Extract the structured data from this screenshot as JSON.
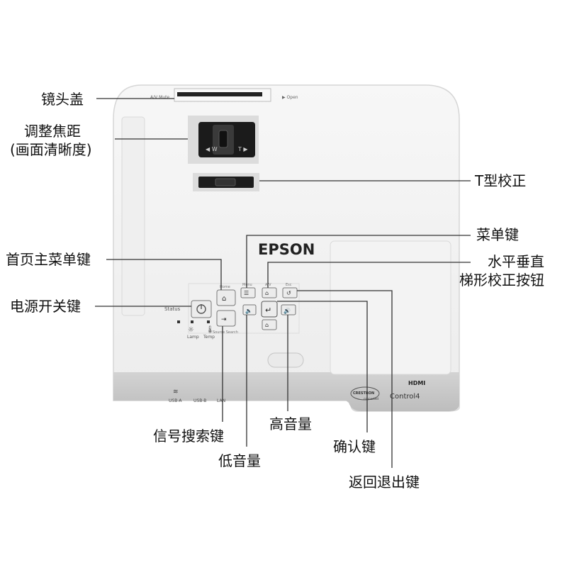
{
  "callouts": {
    "lens_cover": "镜头盖",
    "focus_line1": "调整焦距",
    "focus_line2": "(画面清晰度)",
    "keystone_t": "T型校正",
    "menu_key": "菜单键",
    "hv_keystone_line1": "水平垂直",
    "hv_keystone_line2": "梯形校正按钮",
    "home_menu_key": "首页主菜单键",
    "power_key": "电源开关键",
    "source_search_key": "信号搜索键",
    "volume_down": "低音量",
    "volume_up": "高音量",
    "enter_key": "确认键",
    "esc_key": "返回退出键"
  },
  "device": {
    "brand": "EPSON",
    "av_mute": "A/V Mute",
    "open": "Open",
    "focus_w": "W",
    "focus_t": "T",
    "status": "Status",
    "menu": "Menu",
    "home": "Home",
    "esc": "Esc",
    "av": "A/V",
    "source_search": "Source Search",
    "lamp": "Lamp",
    "temp": "Temp",
    "usb_a": "USB-A",
    "usb_b": "USB-B",
    "lan": "LAN",
    "hdmi": "HDMI",
    "crestron": "CRESTRON",
    "crestron_sub": "connected",
    "control4": "Control4"
  },
  "colors": {
    "body": "#f1f1f1",
    "body_edge": "#dedede",
    "bottom_band": "#c9c9c9",
    "button_fill": "#e6e6e6",
    "button_border": "#7a7a7a",
    "leader": "#333333"
  }
}
